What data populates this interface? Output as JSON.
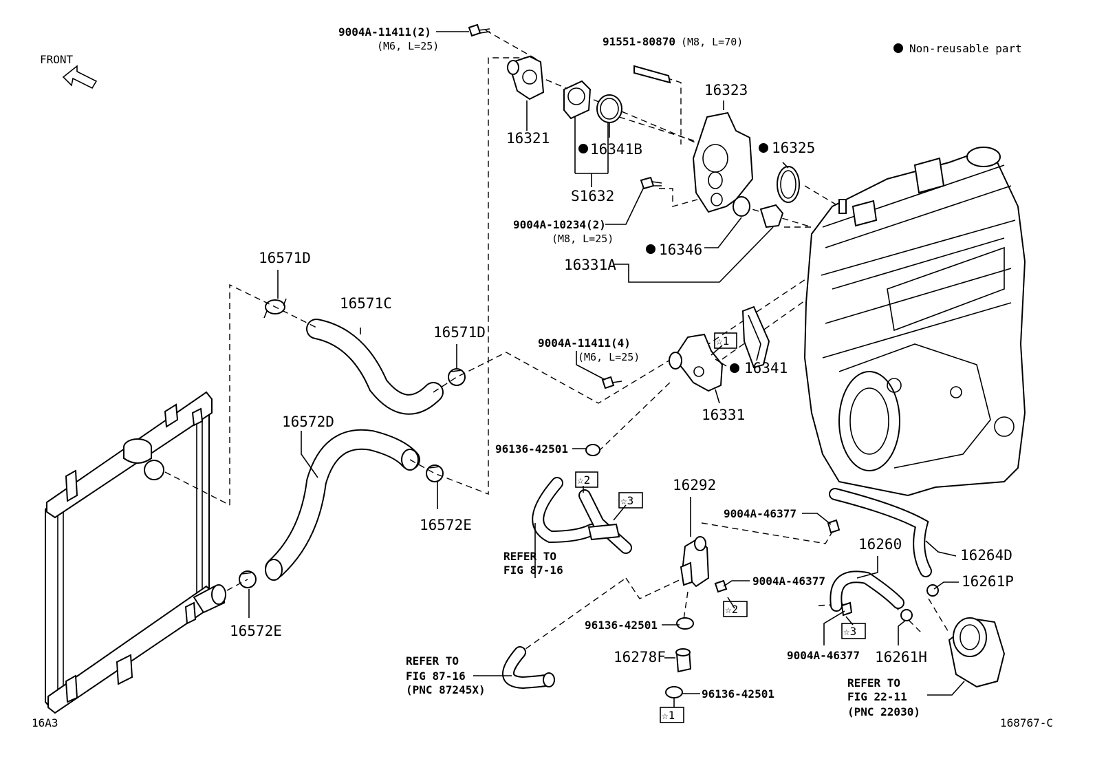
{
  "front_label": "FRONT",
  "legend": {
    "text": "Non-reusable part"
  },
  "page_code": "16A3",
  "figure_id": "168767-C",
  "labels": {
    "bolt_9004A_11411_2": "9004A-11411(2)",
    "bolt_9004A_11411_2_spec": "(M6, L=25)",
    "stud_91551": "91551-80870",
    "stud_91551_spec": "(M8, L=70)",
    "p16323": "16323",
    "p16321": "16321",
    "p16341B": "16341B",
    "p16325": "16325",
    "pS1632": "S1632",
    "bolt_9004A_10234": "9004A-10234(2)",
    "bolt_9004A_10234_spec": "(M8, L=25)",
    "p16346": "16346",
    "p16331A": "16331A",
    "p16571D_a": "16571D",
    "p16571C": "16571C",
    "p16571D_b": "16571D",
    "bolt_9004A_11411_4": "9004A-11411(4)",
    "bolt_9004A_11411_4_spec": "(M6, L=25)",
    "p16341": "16341",
    "p16331": "16331",
    "p16572D": "16572D",
    "clip_96136_a": "96136-42501",
    "p16572E_a": "16572E",
    "p16572E_b": "16572E",
    "p16292": "16292",
    "bolt_9004A_46377_a": "9004A-46377",
    "bolt_9004A_46377_b": "9004A-46377",
    "bolt_9004A_46377_c": "9004A-46377",
    "p16260": "16260",
    "p16264D": "16264D",
    "p16261P": "16261P",
    "p16261H": "16261H",
    "clip_96136_b": "96136-42501",
    "clip_96136_c": "96136-42501",
    "p16278F": "16278F",
    "refer1_l1": "REFER TO",
    "refer1_l2": "FIG 87-16",
    "refer2_l1": "REFER TO",
    "refer2_l2": "FIG 87-16",
    "refer2_l3": "(PNC 87245X)",
    "refer3_l1": "REFER TO",
    "refer3_l2": "FIG 22-11",
    "refer3_l3": "(PNC 22030)",
    "star1": "☆1",
    "star1b": "☆1",
    "star2": "☆2",
    "star2b": "☆2",
    "star3": "☆3",
    "star3b": "☆3"
  }
}
